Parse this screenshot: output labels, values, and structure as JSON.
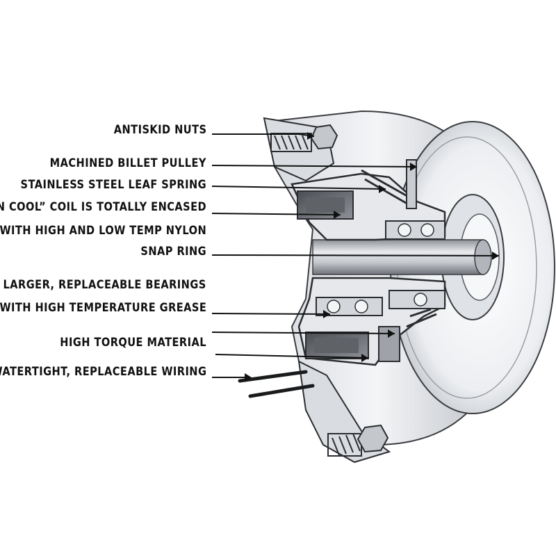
{
  "labels": [
    "ANTISKID NUTS",
    "MACHINED BILLET PULLEY",
    "STAINLESS STEEL LEAF SPRING",
    "“RUN COOL” COIL IS TOTALLY ENCASED",
    "WITH HIGH AND LOW TEMP NYLON",
    "SNAP RING",
    "LARGER, REPLACEABLE BEARINGS",
    "WITH HIGH TEMPERATURE GREASE",
    "HIGH TORQUE MATERIAL",
    "WATERTIGHT, REPLACEABLE WIRING"
  ],
  "colors": {
    "text": "#111111",
    "leader": "#111111",
    "metal_light": "#f2f3f5",
    "metal_mid": "#c9ccd1",
    "metal_dark": "#6d7177",
    "section": "#2b2d31"
  }
}
